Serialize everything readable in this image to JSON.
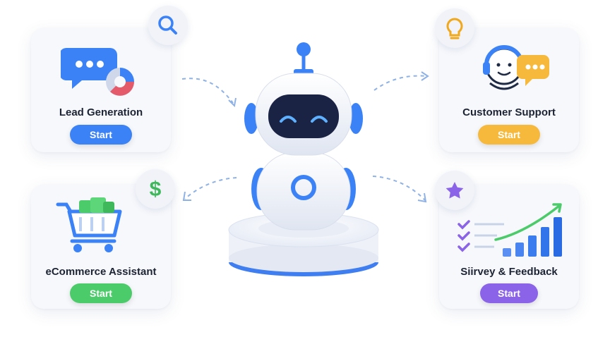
{
  "cards": {
    "lead": {
      "title": "Lead Generation",
      "button": "Start",
      "color": "#3b82f6"
    },
    "support": {
      "title": "Customer Support",
      "button": "Start",
      "color": "#f6b93b"
    },
    "ecommerce": {
      "title": "eCommerce Assistant",
      "button": "Start",
      "color": "#4ccb6a"
    },
    "survey": {
      "title": "Siirvey & Feedback",
      "button": "Start",
      "color": "#8a63e8"
    }
  },
  "icons": {
    "lead_badge": "search-icon",
    "support_badge": "lightbulb-icon",
    "ecommerce_badge": "dollar-icon",
    "survey_badge": "star-icon",
    "center": "robot-assistant"
  },
  "colors": {
    "accent_blue": "#3b82f6",
    "robot_body": "#eef1f8",
    "robot_face": "#1a2344"
  }
}
